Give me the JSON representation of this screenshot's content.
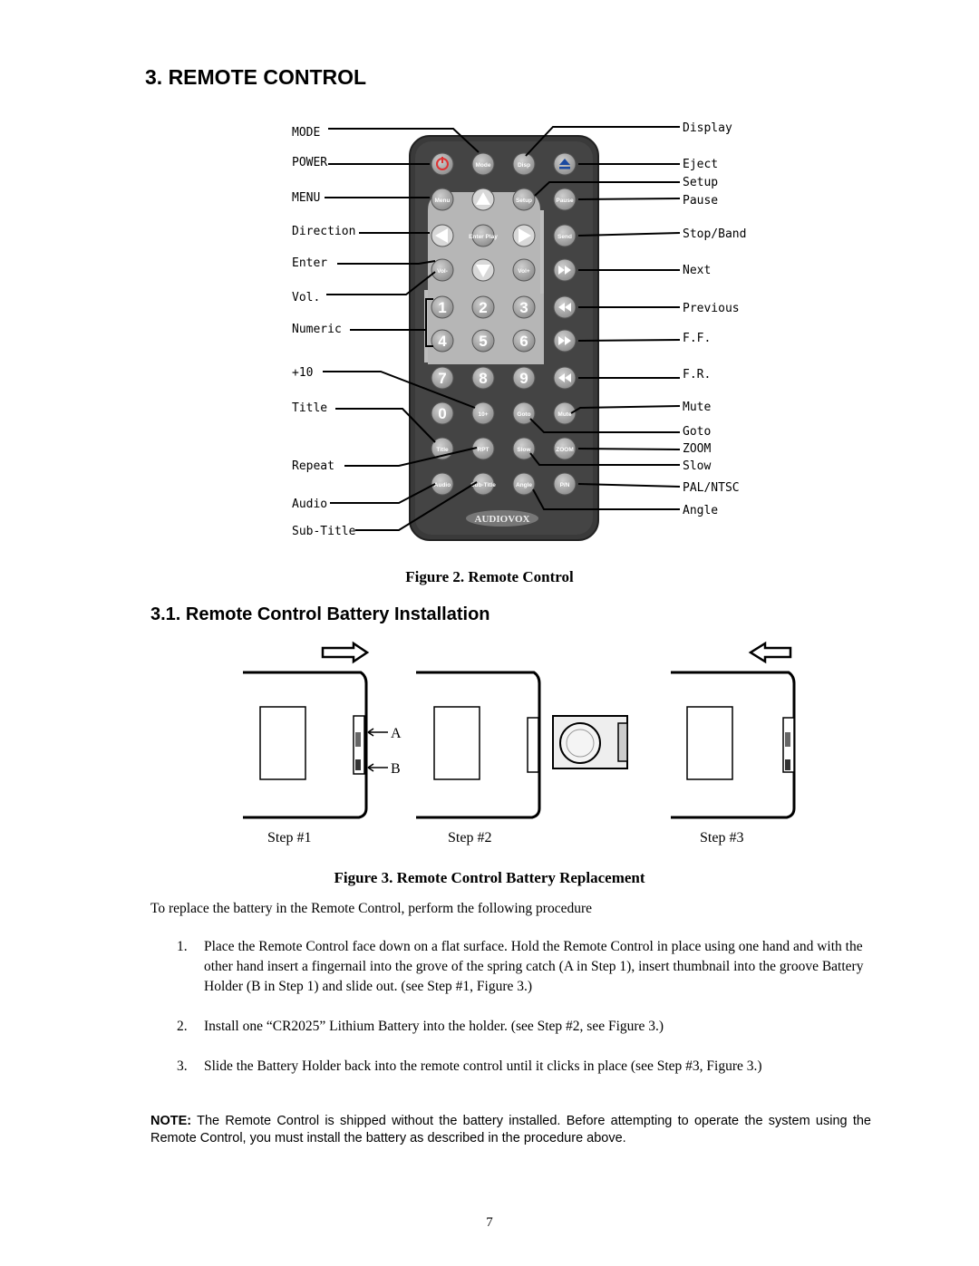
{
  "heading": "3.  REMOTE CONTROL",
  "remote": {
    "left_labels": [
      "MODE",
      "POWER",
      "MENU",
      "Direction",
      "Enter",
      "Vol.",
      "Numeric",
      "+10",
      "Title",
      "Repeat",
      "Audio",
      "Sub-Title"
    ],
    "right_labels": [
      "Display",
      "Eject",
      "Setup",
      "Pause",
      "Stop/Band",
      "Next",
      "Previous",
      "F.F.",
      "F.R.",
      "Mute",
      "Goto",
      "ZOOM",
      "Slow",
      "PAL/NTSC",
      "Angle"
    ],
    "buttons": {
      "mode": "Mode",
      "disp": "Disp",
      "menu": "Menu",
      "setup": "Setup",
      "pause": "Pause",
      "enter": "Enter Play",
      "send": "Send",
      "vol_minus": "Vol-",
      "vol_plus": "Vol+",
      "n1": "1",
      "n2": "2",
      "n3": "3",
      "n4": "4",
      "n5": "5",
      "n6": "6",
      "n7": "7",
      "n8": "8",
      "n9": "9",
      "n0": "0",
      "n10": "10+",
      "goto": "Goto",
      "mute": "Mute",
      "title": "Title",
      "rpt": "RPT",
      "slow": "Slow",
      "zoom": "ZOOM",
      "audio": "Audio",
      "subtitle": "Sub-Title",
      "angle": "Angle",
      "pn": "P/N"
    },
    "brand": "AUDIOVOX"
  },
  "figure2_caption": "Figure 2. Remote Control",
  "subheading": "3.1.  Remote Control Battery Installation",
  "battery_figure": {
    "label_a": "A",
    "label_b": "B",
    "steps": [
      "Step #1",
      "Step #2",
      "Step #3"
    ]
  },
  "figure3_caption": "Figure 3. Remote Control Battery Replacement",
  "intro": "To replace the battery in the Remote Control, perform the following procedure",
  "procedure": [
    {
      "num": "1.",
      "text": "Place the Remote Control face down on a flat surface.  Hold the Remote Control in place using one hand and with the other hand insert a fingernail into the grove of the spring catch (A in Step 1), insert thumbnail into the groove Battery Holder (B in Step 1) and slide out. (see Step #1, Figure 3.)"
    },
    {
      "num": "2.",
      "text": "Install one “CR2025” Lithium Battery into the holder. (see Step #2, see Figure 3.)"
    },
    {
      "num": "3.",
      "text": "Slide the Battery Holder back into the remote control until it clicks in place (see Step #3, Figure 3.)"
    }
  ],
  "note": {
    "label": "NOTE:",
    "text": "  The Remote Control is shipped without the battery installed.  Before attempting to operate the system using the Remote Control, you must install the battery as described in the procedure above."
  },
  "page_number": "7"
}
